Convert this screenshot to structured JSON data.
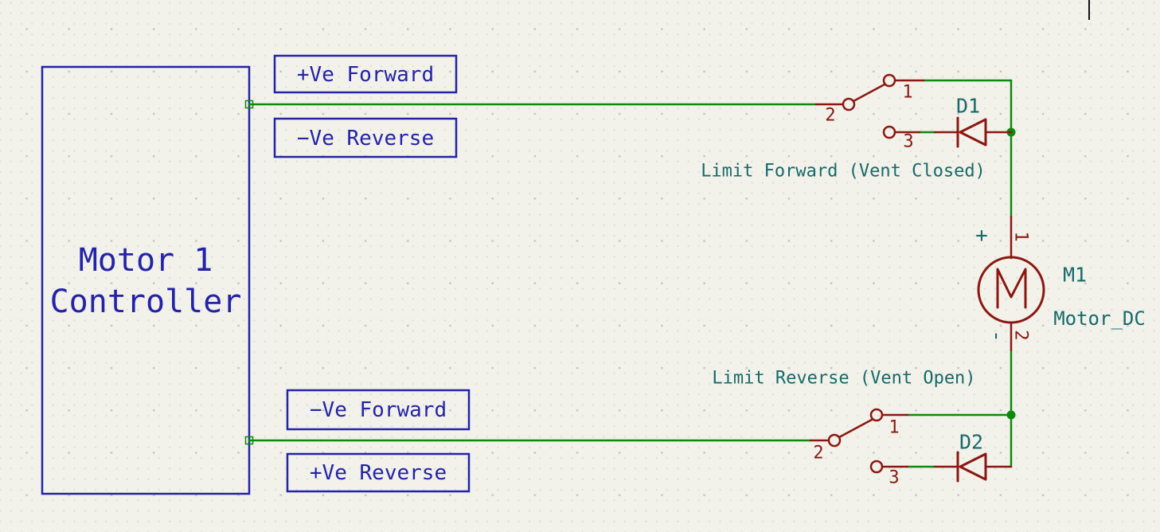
{
  "colors": {
    "background": "#f2f1ea",
    "grid_dot": "#c9c8c0",
    "graphics_blue": "#2323a8",
    "wire_green": "#0d8a0d",
    "symbol_dark_red": "#8a1810",
    "field_teal": "#156a6a"
  },
  "controller": {
    "title_line1": "Motor 1",
    "title_line2": "Controller"
  },
  "wire_labels": {
    "top_upper": "+Ve Forward",
    "top_lower": "−Ve Reverse",
    "bottom_upper": "−Ve Forward",
    "bottom_lower": "+Ve Reverse"
  },
  "switch_top": {
    "caption": "Limit Forward (Vent Closed)",
    "pins": [
      "1",
      "2",
      "3"
    ]
  },
  "switch_bottom": {
    "caption": "Limit Reverse (Vent Open)",
    "pins": [
      "1",
      "2",
      "3"
    ]
  },
  "diode_top": {
    "ref": "D1"
  },
  "diode_bottom": {
    "ref": "D2"
  },
  "motor": {
    "ref": "M1",
    "value": "Motor_DC",
    "symbol_letter": "M",
    "pin1_number": "1",
    "pin2_number": "2",
    "pin1_name": "+",
    "pin2_name": "-"
  }
}
